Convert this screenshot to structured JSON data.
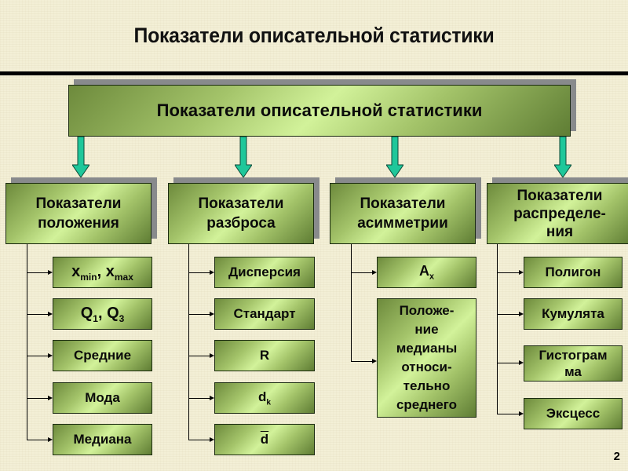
{
  "slide": {
    "title": "Показатели описательной статистики",
    "page_number": "2"
  },
  "diagram": {
    "root": "Показатели описательной статистики",
    "categories": [
      {
        "label_lines": [
          "Показатели",
          "положения"
        ],
        "items": [
          {
            "base": "x",
            "sub": "min",
            "sep": ", ",
            "base2": "x",
            "sub2": "max"
          },
          {
            "base": "Q",
            "sub": "1",
            "sep": ", ",
            "base2": "Q",
            "sub2": "3"
          },
          {
            "text": "Средние"
          },
          {
            "text": "Мода"
          },
          {
            "text": "Медиана"
          }
        ]
      },
      {
        "label_lines": [
          "Показатели",
          "разброса"
        ],
        "items": [
          {
            "text": "Дисперсия"
          },
          {
            "text": "Стандарт"
          },
          {
            "text": "R"
          },
          {
            "base": "d",
            "sub": "k"
          },
          {
            "text": "d",
            "overline": true
          }
        ]
      },
      {
        "label_lines": [
          "Показатели",
          "асимметрии"
        ],
        "items": [
          {
            "base": "A",
            "sub": "x"
          },
          {
            "lines": [
              "Положе-",
              "ние",
              "медианы",
              "относи-",
              "тельно",
              "среднего"
            ]
          }
        ]
      },
      {
        "label_lines": [
          "Показатели",
          "распределе-",
          "ния"
        ],
        "items": [
          {
            "text": "Полигон"
          },
          {
            "text": "Кумулята"
          },
          {
            "lines": [
              "Гистограм",
              "ма"
            ]
          },
          {
            "text": "Эксцесс"
          }
        ]
      }
    ],
    "colors": {
      "box_gradient_dark": "#5f7d34",
      "box_gradient_light": "#d2f29a",
      "arrow": "#1fc79a",
      "shadow": "#888a8c",
      "background": "#f3efd6"
    }
  }
}
